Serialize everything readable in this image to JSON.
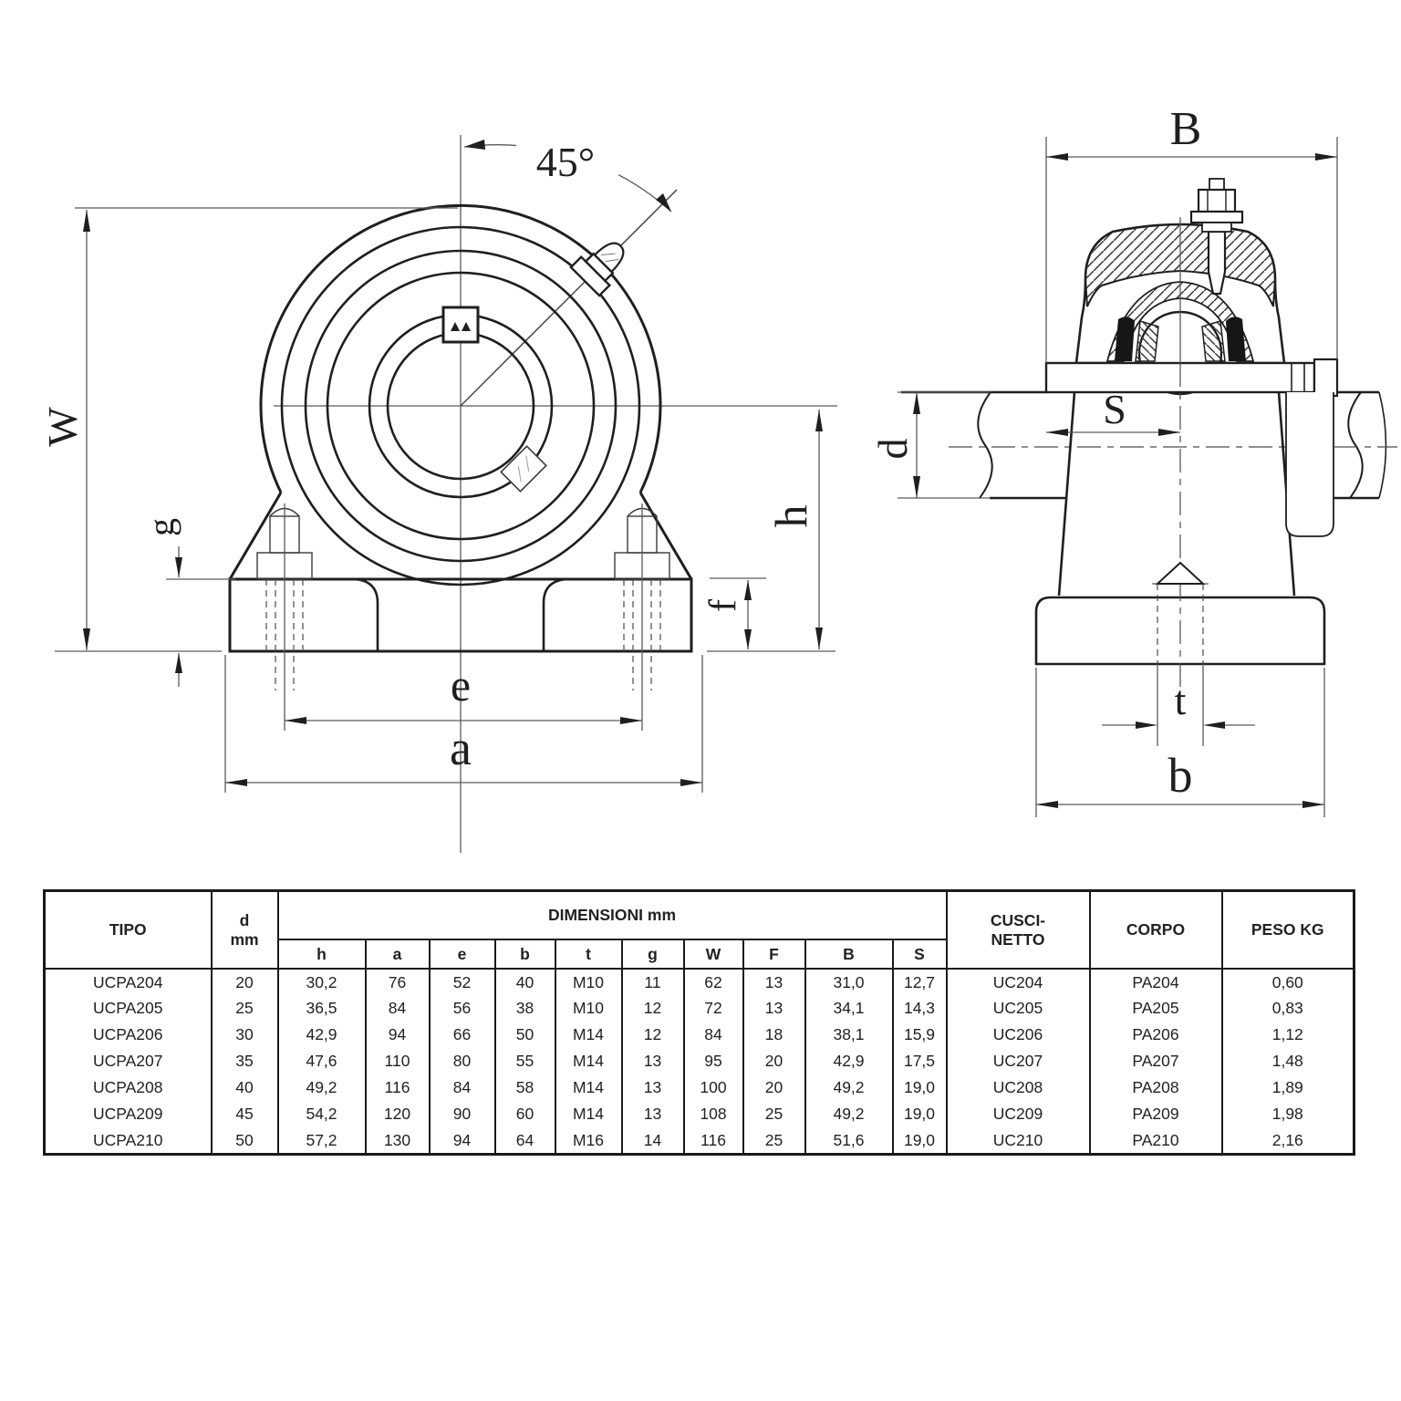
{
  "drawing": {
    "front_view": {
      "labels": {
        "angle": "45°",
        "W": "W",
        "g": "g",
        "e": "e",
        "a": "a",
        "h": "h",
        "f": "f"
      }
    },
    "side_view": {
      "labels": {
        "B": "B",
        "S": "S",
        "d": "d",
        "t": "t",
        "b": "b"
      }
    }
  },
  "table": {
    "headers": {
      "tipo": "TIPO",
      "d": "d",
      "d_unit": "mm",
      "dimensioni": "DIMENSIONI mm",
      "sub": [
        "h",
        "a",
        "e",
        "b",
        "t",
        "g",
        "W",
        "F",
        "B",
        "S"
      ],
      "cuscinetto_line1": "CUSCI-",
      "cuscinetto_line2": "NETTO",
      "corpo": "CORPO",
      "peso": "PESO KG"
    },
    "rows": [
      [
        "UCPA204",
        "20",
        "30,2",
        "76",
        "52",
        "40",
        "M10",
        "11",
        "62",
        "13",
        "31,0",
        "12,7",
        "UC204",
        "PA204",
        "0,60"
      ],
      [
        "UCPA205",
        "25",
        "36,5",
        "84",
        "56",
        "38",
        "M10",
        "12",
        "72",
        "13",
        "34,1",
        "14,3",
        "UC205",
        "PA205",
        "0,83"
      ],
      [
        "UCPA206",
        "30",
        "42,9",
        "94",
        "66",
        "50",
        "M14",
        "12",
        "84",
        "18",
        "38,1",
        "15,9",
        "UC206",
        "PA206",
        "1,12"
      ],
      [
        "UCPA207",
        "35",
        "47,6",
        "110",
        "80",
        "55",
        "M14",
        "13",
        "95",
        "20",
        "42,9",
        "17,5",
        "UC207",
        "PA207",
        "1,48"
      ],
      [
        "UCPA208",
        "40",
        "49,2",
        "116",
        "84",
        "58",
        "M14",
        "13",
        "100",
        "20",
        "49,2",
        "19,0",
        "UC208",
        "PA208",
        "1,89"
      ],
      [
        "UCPA209",
        "45",
        "54,2",
        "120",
        "90",
        "60",
        "M14",
        "13",
        "108",
        "25",
        "49,2",
        "19,0",
        "UC209",
        "PA209",
        "1,98"
      ],
      [
        "UCPA210",
        "50",
        "57,2",
        "130",
        "94",
        "64",
        "M16",
        "14",
        "116",
        "25",
        "51,6",
        "19,0",
        "UC210",
        "PA210",
        "2,16"
      ]
    ]
  },
  "colors": {
    "object_line": "#1f1f1f",
    "dimension_line": "#5a5a5a",
    "text": "#222222",
    "background": "#ffffff"
  }
}
